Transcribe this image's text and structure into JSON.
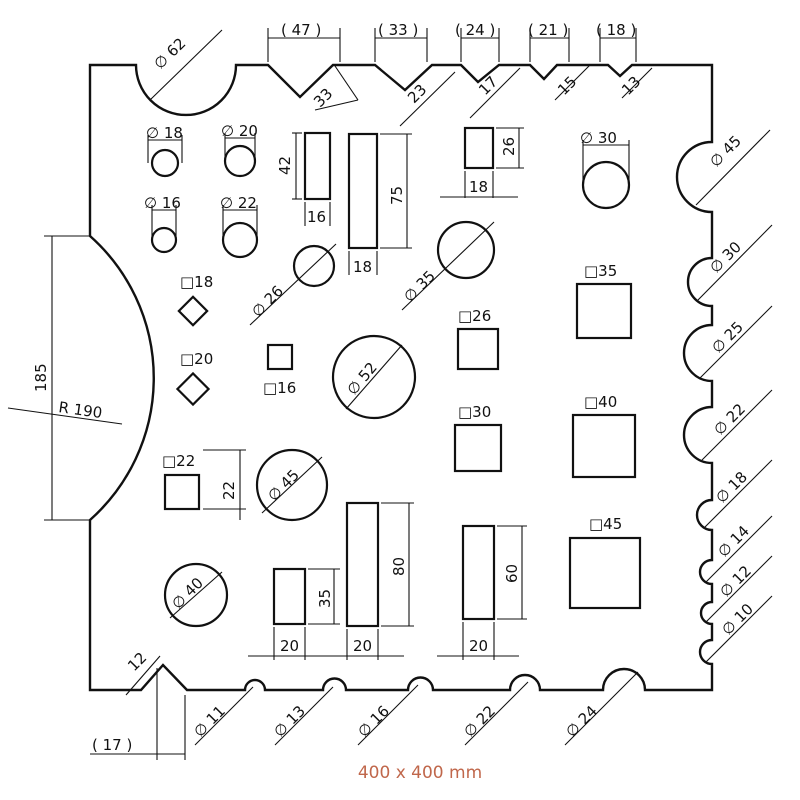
{
  "caption": "400 x 400 mm",
  "colors": {
    "line": "#111111",
    "caption": "#c0674b"
  },
  "labels": {
    "top_62": "∅ 62",
    "v47": "( 47 )",
    "v33_ref": "( 33 )",
    "v24_ref": "( 24 )",
    "v21_ref": "( 21 )",
    "v18_ref": "( 18 )",
    "v33": "33",
    "v23": "23",
    "v17": "17",
    "v15": "15",
    "v13": "13",
    "h18": "∅ 18",
    "h20": "∅ 20",
    "h16": "∅ 16",
    "h22": "∅ 22",
    "h30": "∅ 30",
    "h26": "∅ 26",
    "h35": "∅ 35",
    "h52": "∅ 52",
    "h45c": "∅ 45",
    "h40": "∅ 40",
    "sq18": "□18",
    "sq20": "□20",
    "sq16": "□16",
    "sq22": "□22",
    "sq22v": "22",
    "sq26": "□26",
    "sq30": "□30",
    "sq35": "□35",
    "sq40": "□40",
    "sq45": "□45",
    "s42": "42",
    "s16": "16",
    "s75": "75",
    "s18": "18",
    "s26": "26",
    "s18b": "18",
    "s35": "35",
    "s20a": "20",
    "s80": "80",
    "s20b": "20",
    "s60": "60",
    "s20c": "20",
    "r45": "∅ 45",
    "r30": "∅ 30",
    "r25": "∅ 25",
    "r22": "∅ 22",
    "r18": "∅ 18",
    "r14": "∅ 14",
    "r12": "∅ 12",
    "r10": "∅ 10",
    "b11": "∅ 11",
    "b13": "∅ 13",
    "b16": "∅ 16",
    "b22": "∅ 22",
    "b24": "∅ 24",
    "l185": "185",
    "lR190": "R 190",
    "b12": "12",
    "b17": "( 17 )"
  }
}
